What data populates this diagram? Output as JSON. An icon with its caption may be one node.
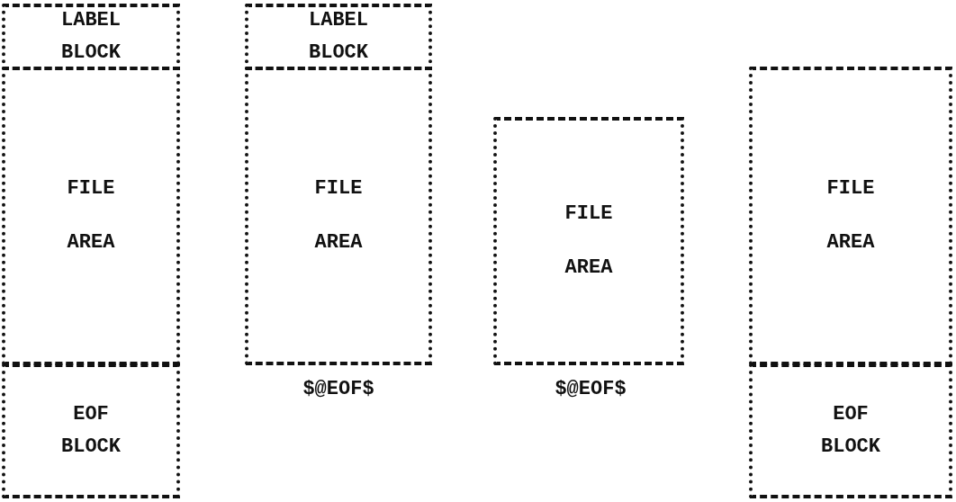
{
  "diagram": {
    "nodes": [
      {
        "text": [
          "LABEL BLOCK"
        ]
      },
      {
        "text": [
          "FILE AREA"
        ]
      },
      {
        "text": [
          "EOF BLOCK"
        ]
      },
      {
        "text": [
          "LABEL BLOCK"
        ]
      },
      {
        "text": [
          "FILE AREA"
        ]
      },
      {
        "text": [
          "FILE AREA"
        ]
      },
      {
        "text": [
          "FILE AREA"
        ]
      },
      {
        "text": [
          "EOF BLOCK"
        ]
      }
    ],
    "labels": [
      "$@EOF$",
      "$@EOF$"
    ]
  }
}
